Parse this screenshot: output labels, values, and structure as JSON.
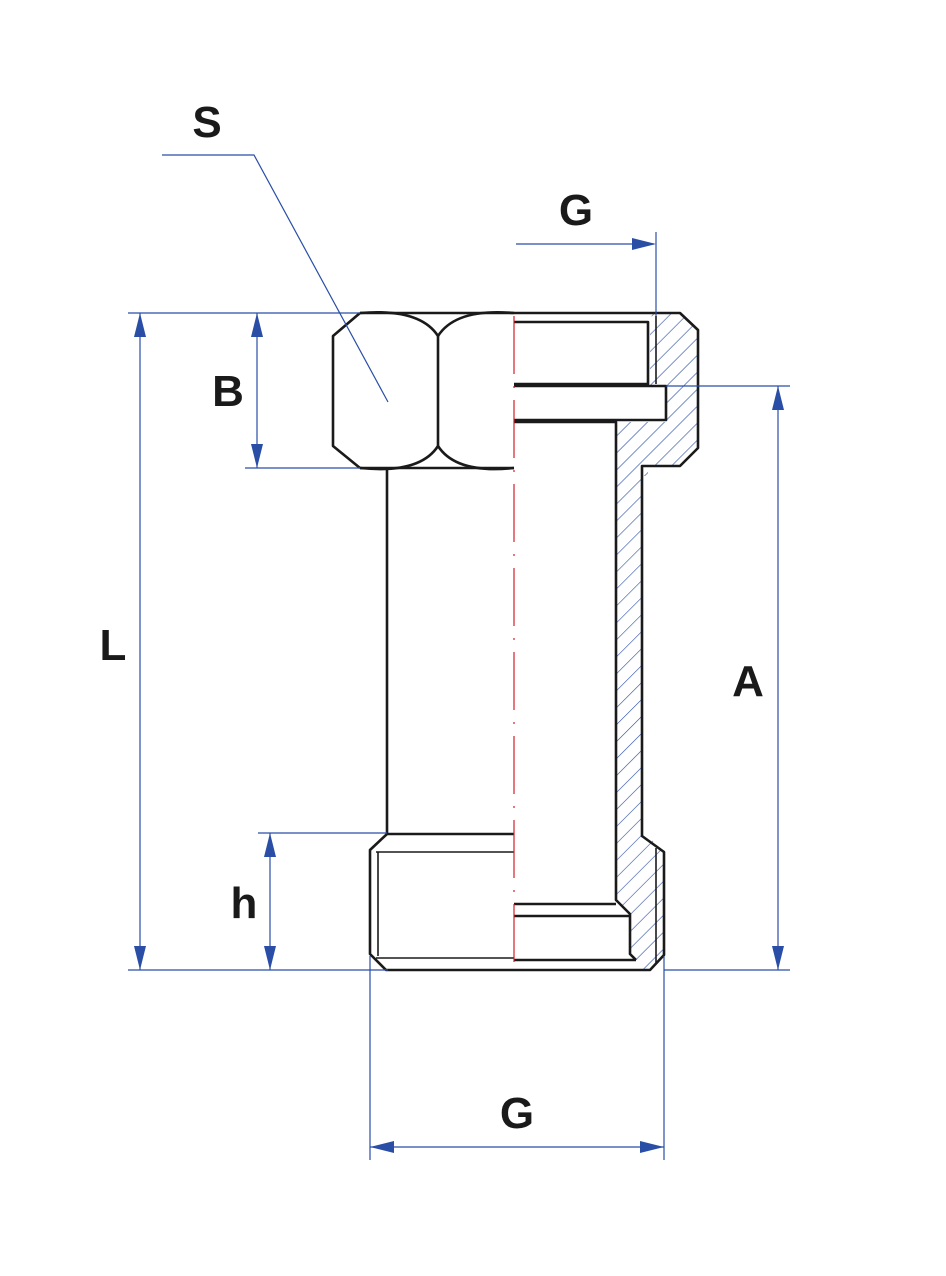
{
  "labels": {
    "S": "S",
    "G_top": "G",
    "B": "B",
    "L": "L",
    "A": "A",
    "h": "h",
    "G_bottom": "G"
  },
  "colors": {
    "outline": "#1a1a1a",
    "dimension": "#2a4ea6",
    "centerline": "#d4202a",
    "hatch": "#2a4ea6",
    "background": "#ffffff"
  }
}
